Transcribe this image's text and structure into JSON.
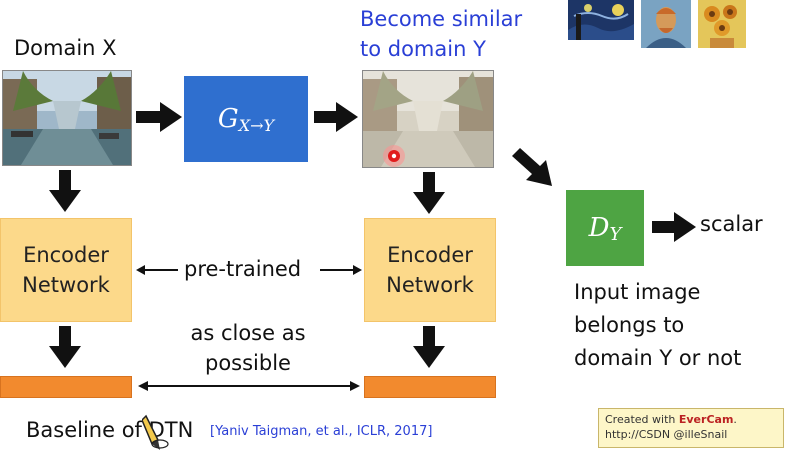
{
  "labels": {
    "domain_x": "Domain X",
    "become_similar_line1": "Become similar",
    "become_similar_line2": "to domain Y",
    "encoder_left_line1": "Encoder",
    "encoder_left_line2": "Network",
    "encoder_right_line1": "Encoder",
    "encoder_right_line2": "Network",
    "pretrained": "pre-trained",
    "close_line1": "as close as",
    "close_line2": "possible",
    "scalar": "scalar",
    "input_line1": "Input image",
    "input_line2": "belongs to",
    "input_line3": "domain Y or not",
    "baseline": "Baseline of DTN",
    "citation": "[Yaniv Taigman, et al., ICLR, 2017]"
  },
  "generator": {
    "main": "G",
    "sub": "X→Y"
  },
  "discriminator": {
    "main": "D",
    "sub": "Y"
  },
  "watermark": {
    "prefix": "Created with ",
    "brand": "EverCam",
    "suffix": ".",
    "line2": "http://CSDN @illeSnail"
  },
  "colors": {
    "encoder_fill": "#fcd98a",
    "generator_fill": "#2f6fcf",
    "discriminator_fill": "#4ea443",
    "feature_bar": "#f28a2e",
    "title_blue": "#2a3fd6",
    "citation_blue": "#2a3fd6"
  },
  "icons": [
    "arrow-right-icon",
    "arrow-down-icon",
    "double-arrow-icon",
    "cursor-dot-icon",
    "pencil-cursor-icon"
  ]
}
